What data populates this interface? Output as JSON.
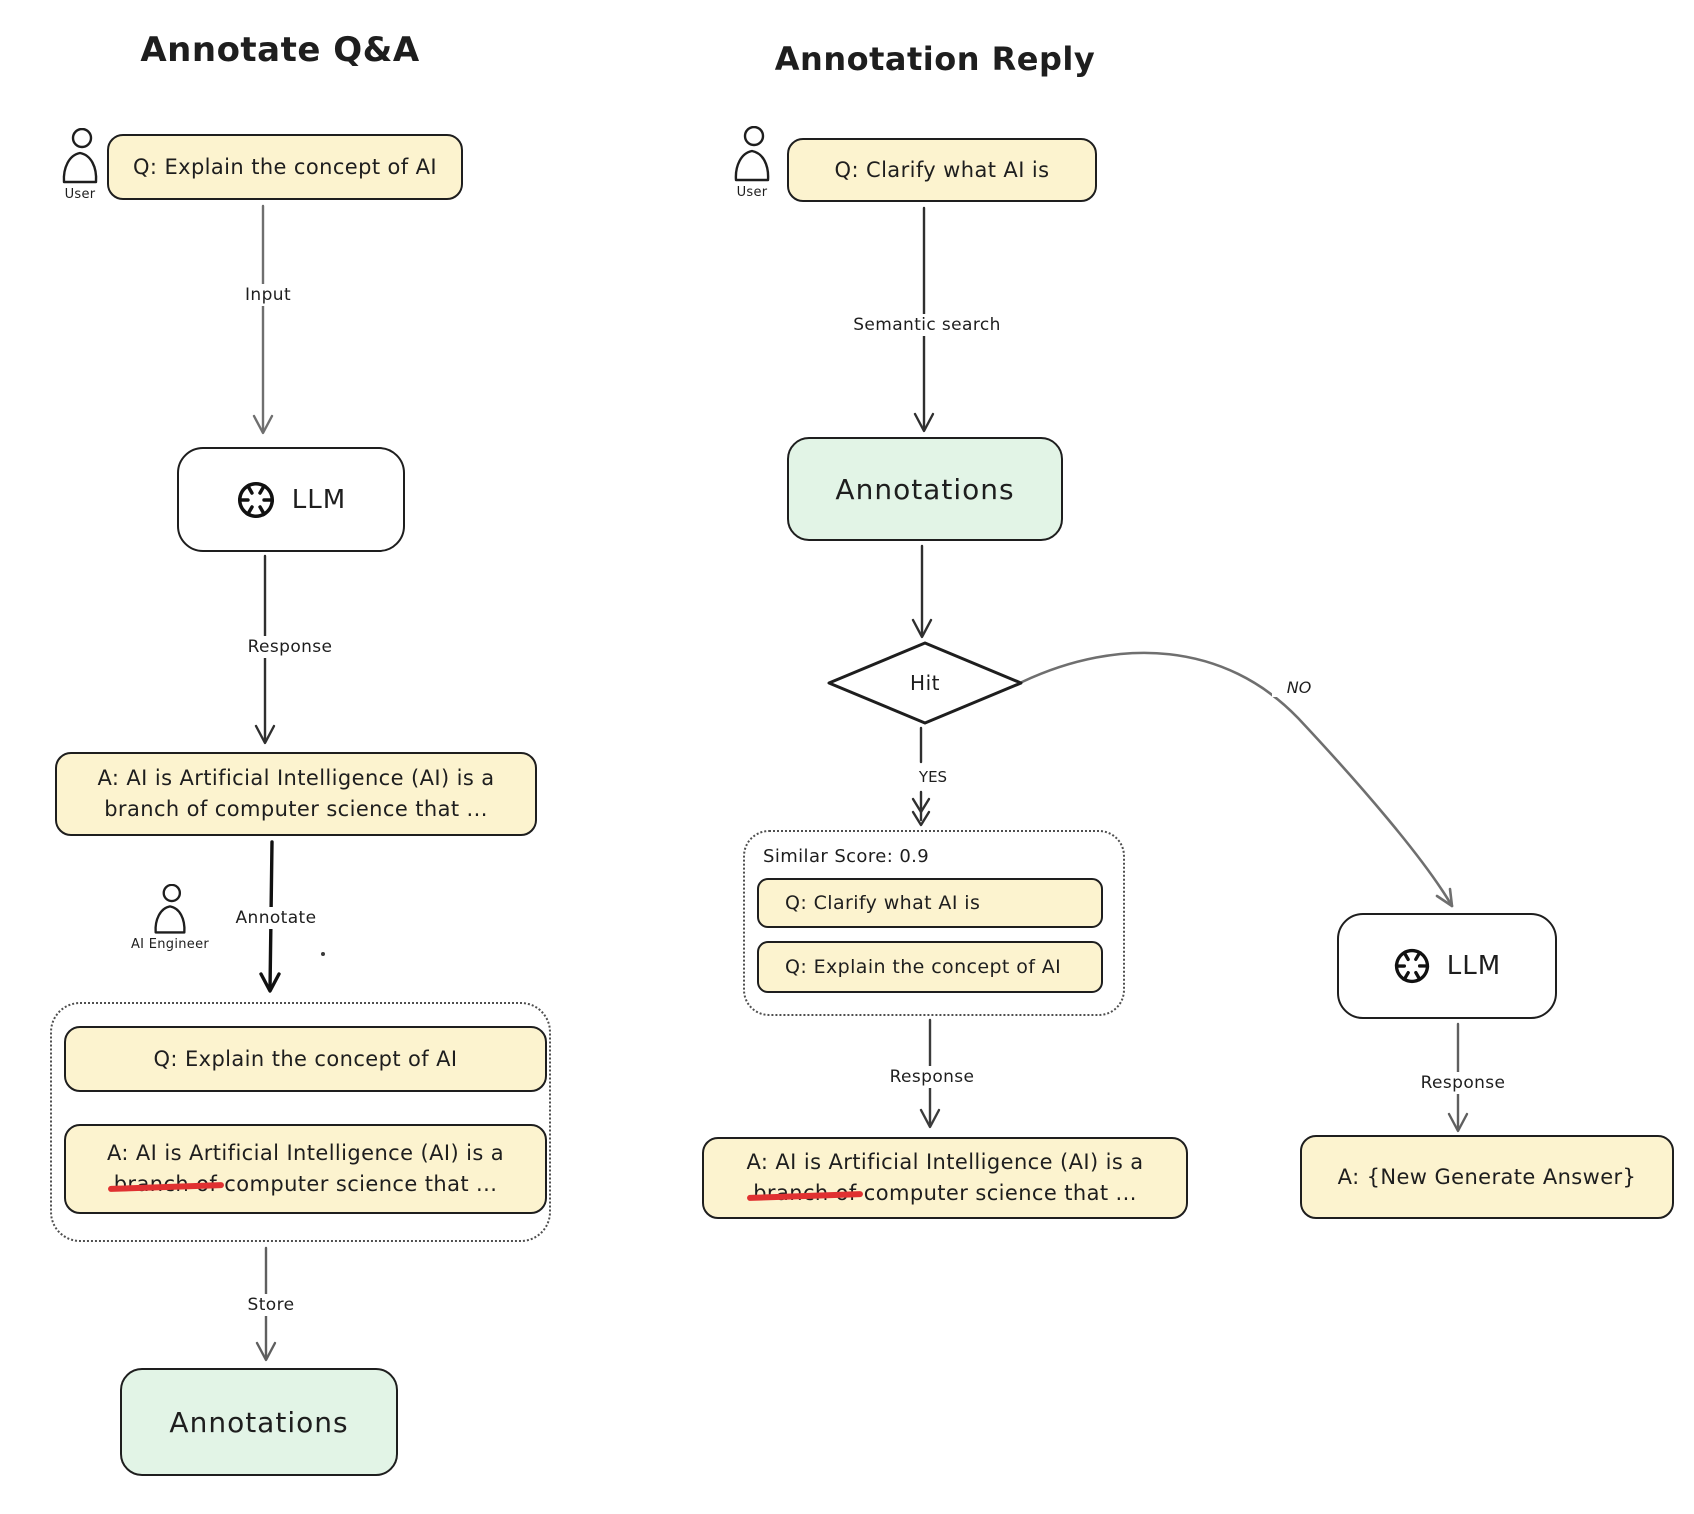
{
  "colors": {
    "box_fill_yellow": "#fcf3cf",
    "box_fill_green": "#e2f4e6",
    "stroke": "#1e1e1e",
    "arrow_gray": "#6f6f6f",
    "arrow_dark": "#2f2f2f",
    "strike_red": "#e03131",
    "background": "#ffffff"
  },
  "left": {
    "title": "Annotate Q&A",
    "user_label": "User",
    "question_box": "Q: Explain the concept of AI",
    "input_arrow_label": "Input",
    "llm_box": "LLM",
    "response_arrow_label": "Response",
    "answer_line1": "A: AI is Artificial Intelligence (AI) is a",
    "answer_line2": "branch of computer science that ...",
    "engineer_label": "AI Engineer",
    "annotate_arrow_label": "Annotate",
    "annotated_pair": {
      "question_box": "Q: Explain the concept of AI",
      "answer_line1": "A: AI is Artificial Intelligence (AI) is a",
      "answer_struck": "branch of",
      "answer_line2_rest": " computer science that ..."
    },
    "store_arrow_label": "Store",
    "annotations_box": "Annotations"
  },
  "right": {
    "title": "Annotation Reply",
    "user_label": "User",
    "question_box": "Q: Clarify what AI is",
    "semantic_search_arrow_label": "Semantic search",
    "annotations_box": "Annotations",
    "hit_diamond": "Hit",
    "yes_label": "YES",
    "no_label": "NO",
    "match_group": {
      "similar_score": "Similar Score: 0.9",
      "question1": "Q: Clarify what AI is",
      "question2": "Q: Explain the concept of AI"
    },
    "response_arrow_label": "Response",
    "answer_line1": "A: AI is Artificial Intelligence (AI) is a",
    "answer_struck": "branch of",
    "answer_line2_rest": " computer science that ...",
    "llm_box": "LLM",
    "llm_response_arrow_label": "Response",
    "new_answer_box": "A: {New Generate Answer}"
  }
}
